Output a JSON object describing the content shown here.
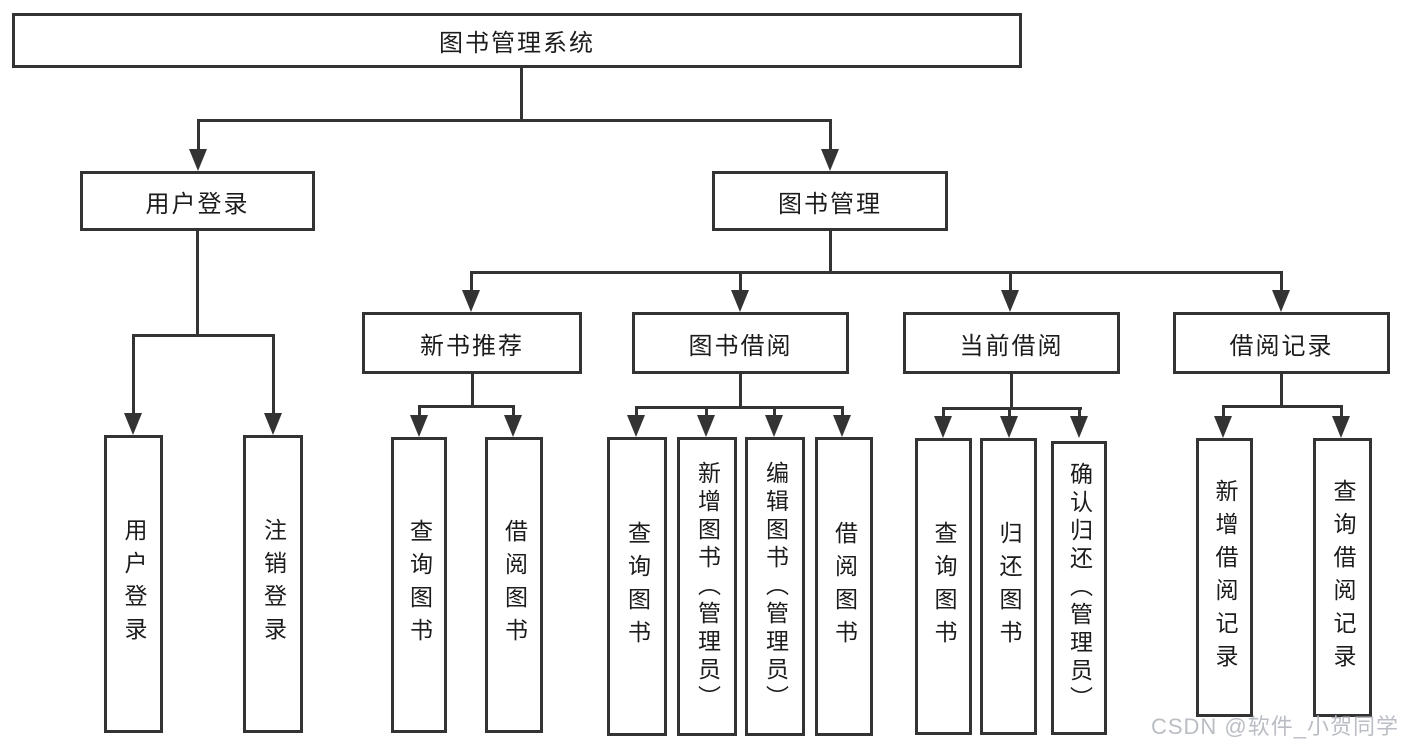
{
  "diagram_title": "图书管理系统",
  "tree": {
    "root": {
      "label": "图书管理系统",
      "children": [
        {
          "label": "用户登录",
          "children": [
            {
              "label": "用户登录"
            },
            {
              "label": "注销登录"
            }
          ]
        },
        {
          "label": "图书管理",
          "children": [
            {
              "label": "新书推荐",
              "children": [
                {
                  "label": "查询图书"
                },
                {
                  "label": "借阅图书"
                }
              ]
            },
            {
              "label": "图书借阅",
              "children": [
                {
                  "label": "查询图书"
                },
                {
                  "label": "新增图书（管理员）"
                },
                {
                  "label": "编辑图书（管理员）"
                },
                {
                  "label": "借阅图书"
                }
              ]
            },
            {
              "label": "当前借阅",
              "children": [
                {
                  "label": "查询图书"
                },
                {
                  "label": "归还图书"
                },
                {
                  "label": "确认归还（管理员）"
                }
              ]
            },
            {
              "label": "借阅记录",
              "children": [
                {
                  "label": "新增借阅记录"
                },
                {
                  "label": "查询借阅记录"
                }
              ]
            }
          ]
        }
      ]
    }
  },
  "watermark": {
    "text": "CSDN @软件_小贺同学"
  },
  "colors": {
    "line": "#333333",
    "box_border": "#333333",
    "box_fill": "#ffffff",
    "text": "#1c1c1c",
    "watermark": "#b6bbc1"
  }
}
